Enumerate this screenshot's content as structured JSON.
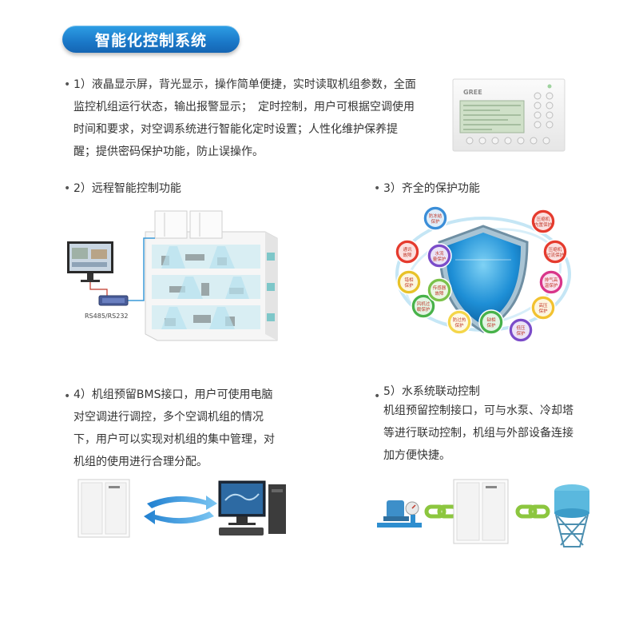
{
  "banner": {
    "title": "智能化控制系统"
  },
  "section1": {
    "bullet": "•",
    "lines": [
      "1）液晶显示屏，背光显示，操作简单便捷，实时读取机组参数，全面",
      "监控机组运行状态，输出报警显示；　定时控制，用户可根据空调使用",
      "时间和要求，对空调系统进行智能化定时设置；人性化维护保养提",
      "醒；提供密码保护功能，防止误操作。"
    ],
    "brand": "GREE"
  },
  "section2": {
    "bullet": "•",
    "heading": "2）远程智能控制功能",
    "interface_label": "RS485/RS232"
  },
  "section3": {
    "bullet": "•",
    "heading": "3）齐全的保护功能",
    "protections": [
      {
        "l1": "防冻结",
        "l2": "保护",
        "color": "#3b8ed8"
      },
      {
        "l1": "压缩机",
        "l2": "内置保护",
        "color": "#e53b2e"
      },
      {
        "l1": "压缩机",
        "l2": "过流保护",
        "color": "#e53b2e"
      },
      {
        "l1": "排气高",
        "l2": "温保护",
        "color": "#d9368a"
      },
      {
        "l1": "高压",
        "l2": "保护",
        "color": "#f2c230"
      },
      {
        "l1": "低压",
        "l2": "保护",
        "color": "#7b4cc9"
      },
      {
        "l1": "缺相",
        "l2": "保护",
        "color": "#48b24a"
      },
      {
        "l1": "防过热",
        "l2": "保护",
        "color": "#f4d64a"
      },
      {
        "l1": "风机过",
        "l2": "载保护",
        "color": "#48b24a"
      },
      {
        "l1": "错相",
        "l2": "保护",
        "color": "#e8c229"
      },
      {
        "l1": "通讯",
        "l2": "故障",
        "color": "#e53b2e"
      },
      {
        "l1": "水流",
        "l2": "量保护",
        "color": "#7b4cc9"
      },
      {
        "l1": "传感器",
        "l2": "故障",
        "color": "#7bc24a"
      }
    ]
  },
  "section4": {
    "bullet": "•",
    "lines": [
      "4）机组预留BMS接口，用户可使用电脑",
      "对空调进行调控，多个空调机组的情况",
      "下，用户可以实现对机组的集中管理，对",
      "机组的使用进行合理分配。"
    ]
  },
  "section5": {
    "bullet": "•",
    "heading": "5）水系统联动控制",
    "lines": [
      "机组预留控制接口，可与水泵、冷却塔",
      "等进行联动控制，机组与外部设备连接",
      "加方便快捷。"
    ]
  },
  "colors": {
    "accent": "#1a78c8",
    "shield": "#1e8fd6",
    "text": "#333333"
  }
}
